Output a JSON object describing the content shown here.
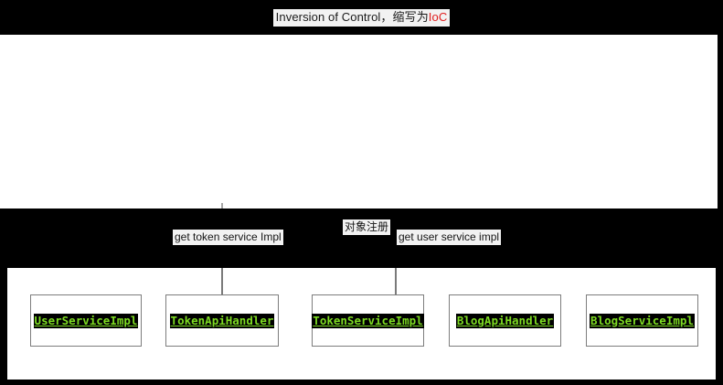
{
  "title": {
    "main": "Inversion of Control，缩写为",
    "accent": "IoC"
  },
  "colors": {
    "page_background": "#000000",
    "panel_background": "#ffffff",
    "title_text": "#1a1a1a",
    "title_accent": "#e02020",
    "node_border": "#7d7d7d",
    "node_label_background": "#000000",
    "node_label_text": "#7ddb22",
    "connector": "#7a7a7a",
    "label_background": "#f2f2f2"
  },
  "middle_band": {
    "labels": [
      {
        "id": "get-token-service-impl",
        "text": "get token service Impl"
      },
      {
        "id": "object-registration",
        "text": "对象注册"
      },
      {
        "id": "get-user-service-impl",
        "text": "get user service impl"
      }
    ]
  },
  "nodes": [
    {
      "id": "user-service-impl",
      "label": "UserServiceImpl"
    },
    {
      "id": "token-api-handler",
      "label": "TokenApiHandler"
    },
    {
      "id": "token-service-impl",
      "label": "TokenServiceImpl"
    },
    {
      "id": "blog-api-handler",
      "label": "BlogApiHandler"
    },
    {
      "id": "blog-service-impl",
      "label": "BlogServiceImpl"
    }
  ],
  "connectors": [
    {
      "id": "connector-token",
      "from": "middle-band",
      "to": "token-api-handler"
    },
    {
      "id": "connector-user",
      "from": "middle-band",
      "to": "token-service-impl"
    }
  ]
}
